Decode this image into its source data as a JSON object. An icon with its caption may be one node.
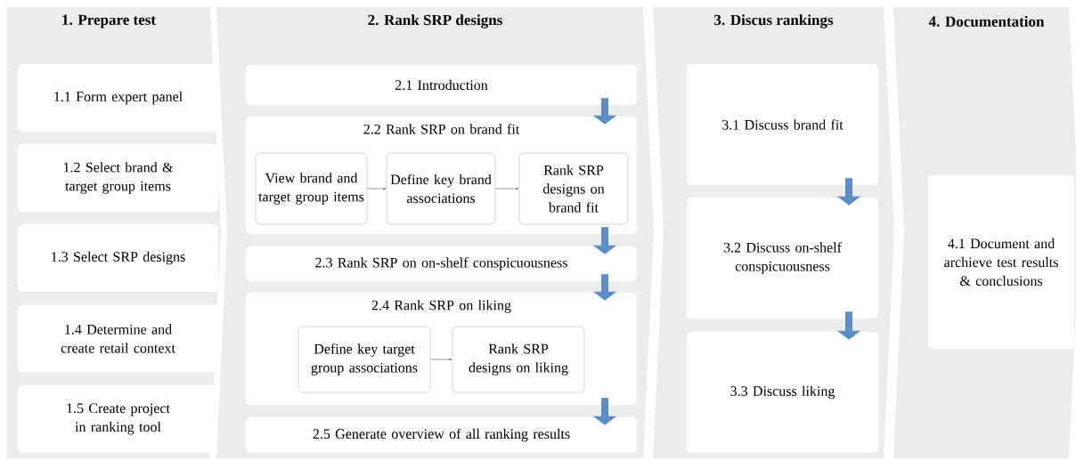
{
  "diagram": {
    "nodes": [
      {
        "text": [
          "1. Prepare test"
        ]
      },
      {
        "text": [
          "1.1 Form expert panel"
        ],
        "in": 0
      },
      {
        "text": [
          "1.2 Select brand & target group items"
        ],
        "in": 0
      },
      {
        "text": [
          "1.3 Select SRP designs"
        ],
        "in": 0
      },
      {
        "text": [
          "1.4 Determine and create retail context"
        ],
        "in": 0
      },
      {
        "text": [
          "1.5 Create project in ranking tool"
        ],
        "in": 0
      },
      {
        "text": [
          "2. Rank SRP designs"
        ]
      },
      {
        "text": [
          "2.1 Introduction"
        ],
        "in": 6
      },
      {
        "text": [
          "2.2 Rank SRP on brand fit"
        ],
        "in": 6
      },
      {
        "text": [
          "View brand and target group items"
        ],
        "in": 8
      },
      {
        "text": [
          "Define key brand associations"
        ],
        "in": 8
      },
      {
        "text": [
          "Rank SRP designs on brand fit"
        ],
        "in": 8
      },
      {
        "text": [
          "2.3 Rank SRP on on-shelf conspicuousness"
        ],
        "in": 6
      },
      {
        "text": [
          "2.4 Rank SRP on liking"
        ],
        "in": 6
      },
      {
        "text": [
          "Define key target group associations"
        ],
        "in": 13
      },
      {
        "text": [
          "Rank SRP designs on liking"
        ],
        "in": 13
      },
      {
        "text": [
          "2.5 Generate overview of all ranking results"
        ],
        "in": 6
      },
      {
        "text": [
          "3. Discus rankings"
        ]
      },
      {
        "text": [
          "3.1 Discuss brand fit"
        ],
        "in": 17
      },
      {
        "text": [
          "3.2 Discuss on-shelf conspicuousness"
        ],
        "in": 17
      },
      {
        "text": [
          "3.3 Discuss liking"
        ],
        "in": 17
      },
      {
        "text": [
          "4. Documentation"
        ]
      },
      {
        "text": [
          "4.1 Document and archieve test results & conclusions"
        ],
        "in": 21
      }
    ],
    "edges": [
      {
        "from": 9,
        "to": 10,
        "arrow": "to",
        "color": "#595959"
      },
      {
        "from": 10,
        "to": 11,
        "arrow": "to",
        "color": "#595959"
      },
      {
        "from": 14,
        "to": 15,
        "arrow": "to",
        "color": "#595959"
      },
      {
        "from": 7,
        "to": 8,
        "arrow": "to",
        "color": "#5b8ec5"
      },
      {
        "from": 8,
        "to": 12,
        "arrow": "to",
        "color": "#5b8ec5"
      },
      {
        "from": 12,
        "to": 13,
        "arrow": "to",
        "color": "#5b8ec5"
      },
      {
        "from": 13,
        "to": 16,
        "arrow": "to",
        "color": "#5b8ec5"
      },
      {
        "from": 18,
        "to": 19,
        "arrow": "to",
        "color": "#5b8ec5"
      },
      {
        "from": 19,
        "to": 20,
        "arrow": "to",
        "color": "#5b8ec5"
      }
    ]
  }
}
